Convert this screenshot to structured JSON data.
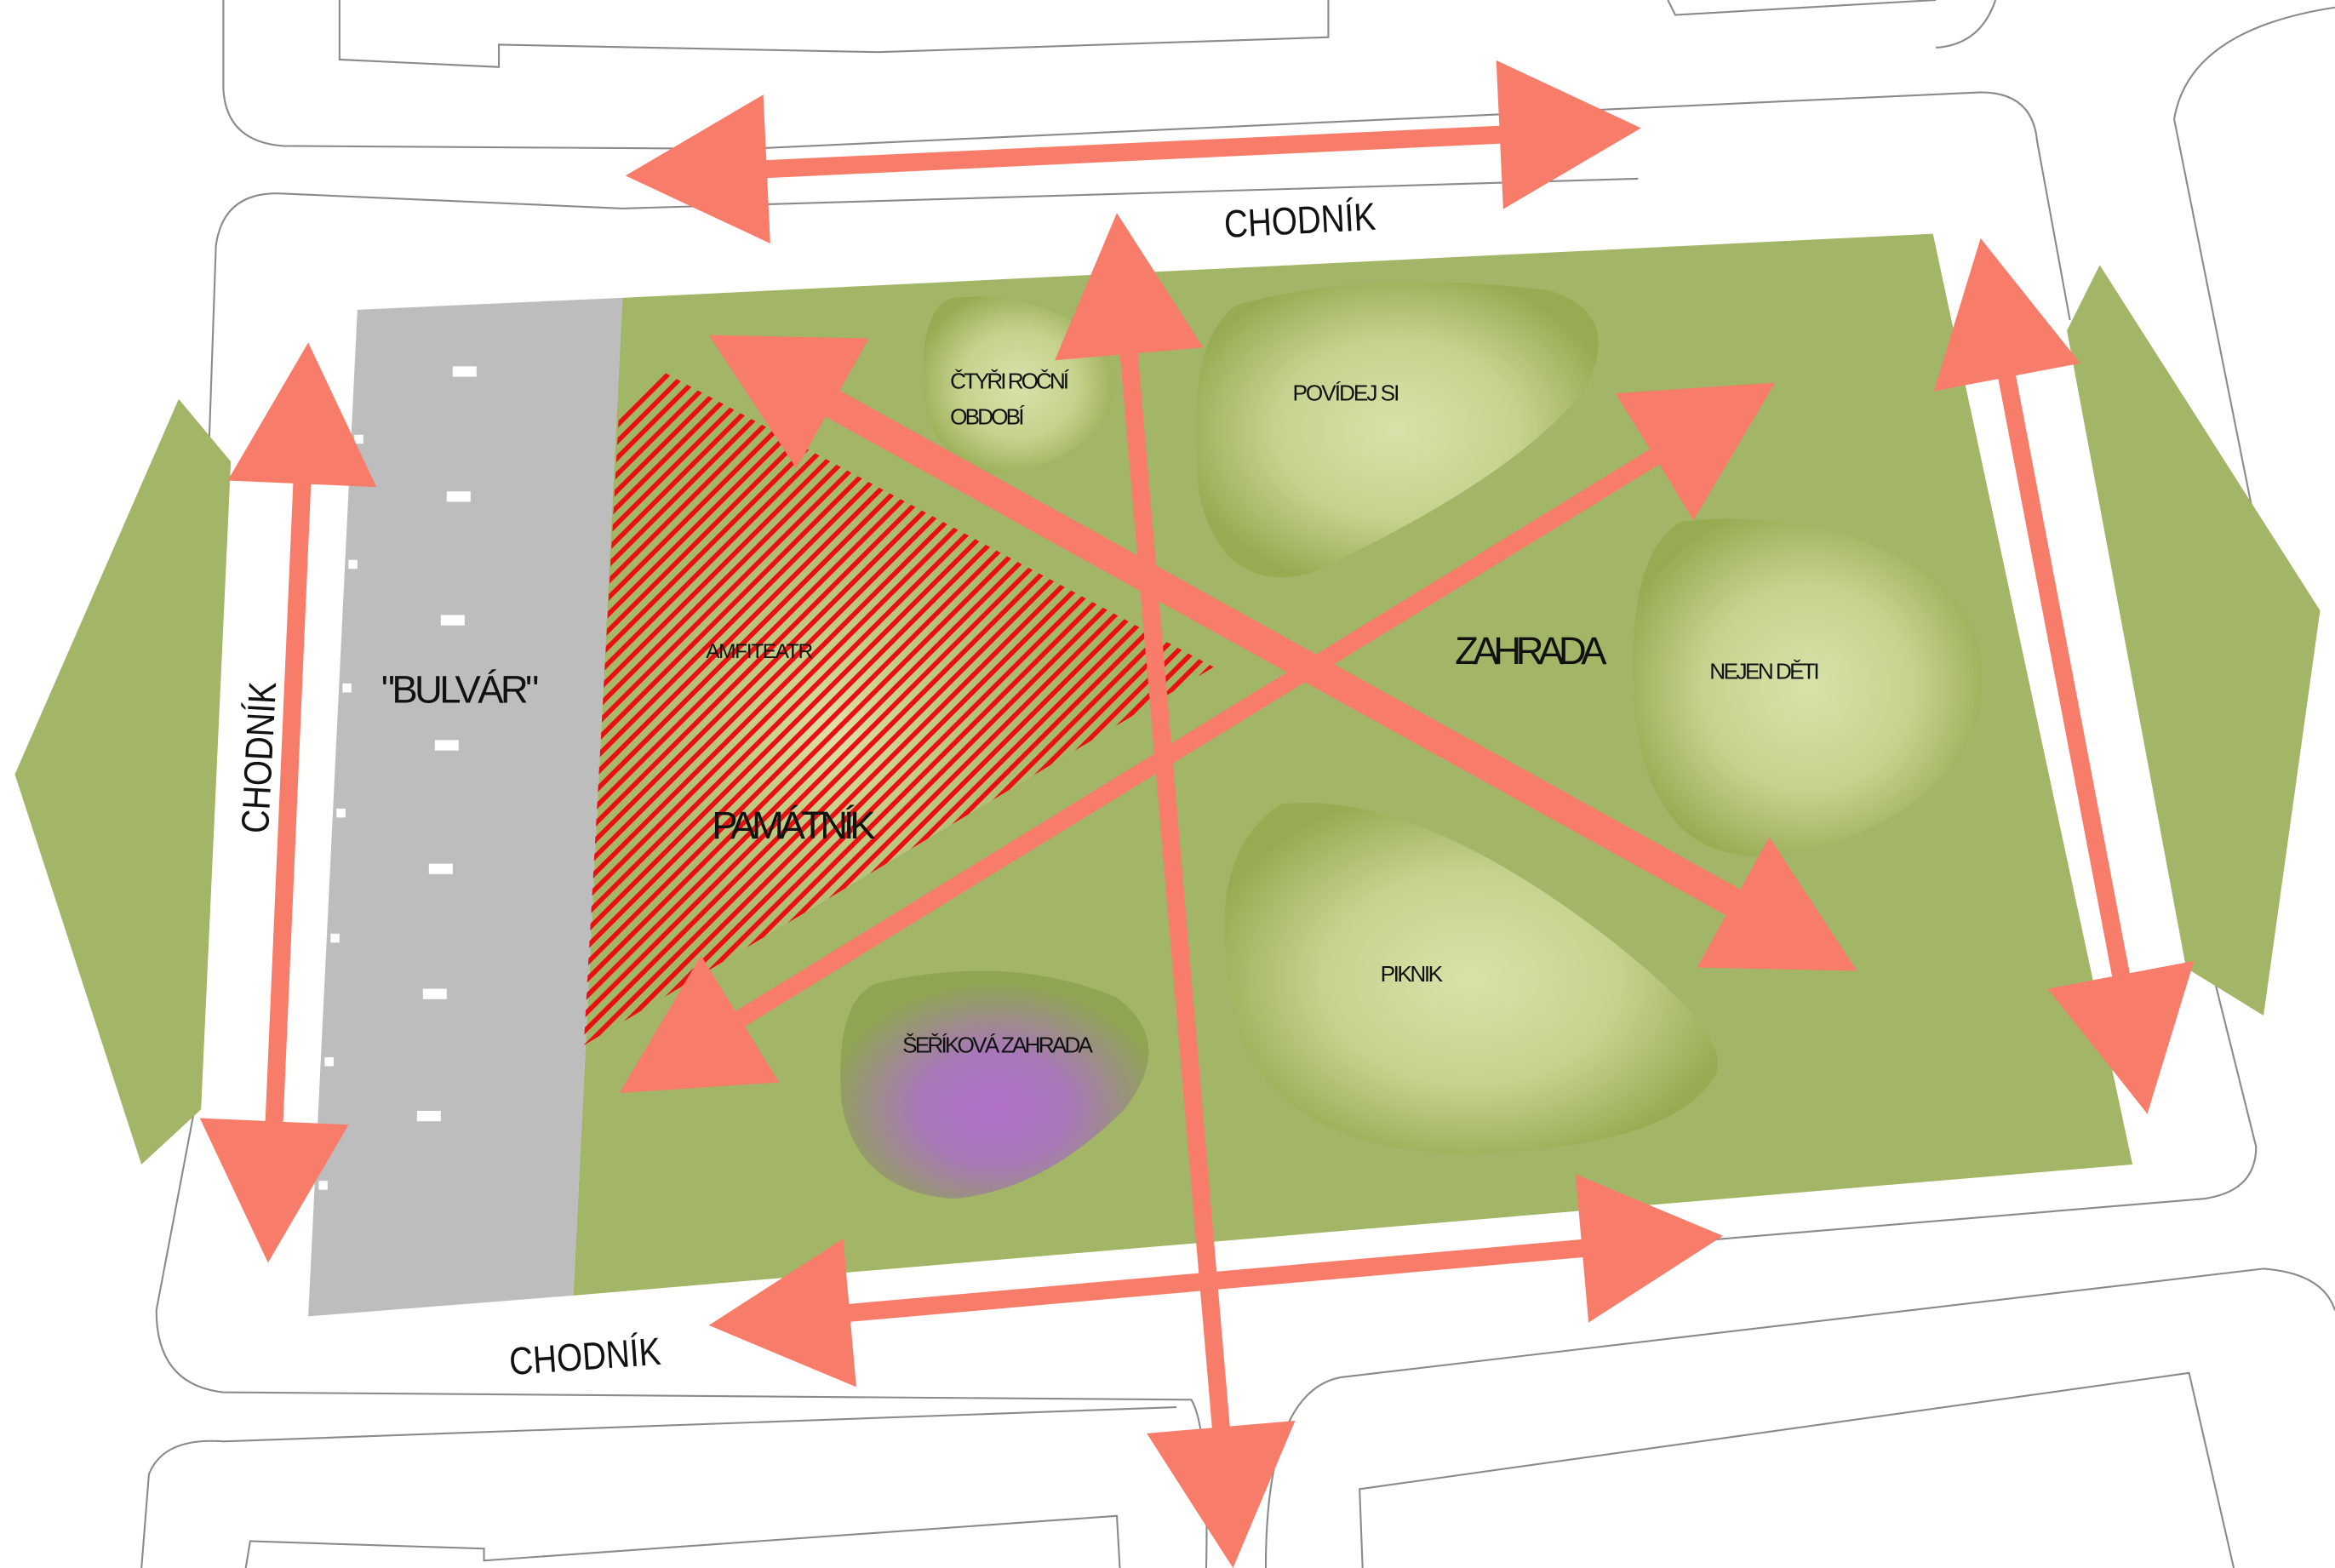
{
  "labels": {
    "sidewalk_top": "CHODNÍK",
    "sidewalk_bottom": "CHODNÍK",
    "sidewalk_left": "CHODNÍK",
    "boulevard": "\"BULVÁR\"",
    "amphitheatre": "AMFITEATR",
    "memorial": "PAMÁTNÍK",
    "four_seasons_line1": "ČTYŘI ROČNÍ",
    "four_seasons_line2": "OBDOBÍ",
    "chat": "POVÍDEJ SI",
    "garden": "ZAHRADA",
    "not_only_kids": "NEJEN DĚTI",
    "picnic": "PIKNIK",
    "lilac_garden": "ŠEŘÍKOVÁ ZAHRADA"
  },
  "colors": {
    "park": "#a3b566",
    "boulevard": "#bdbdbd",
    "arrow": "#f87c6a",
    "hatch": "#e81010",
    "blob_center": "#d8e2aa",
    "blob_edge": "#97ac52",
    "lilac": "#b070c8"
  }
}
